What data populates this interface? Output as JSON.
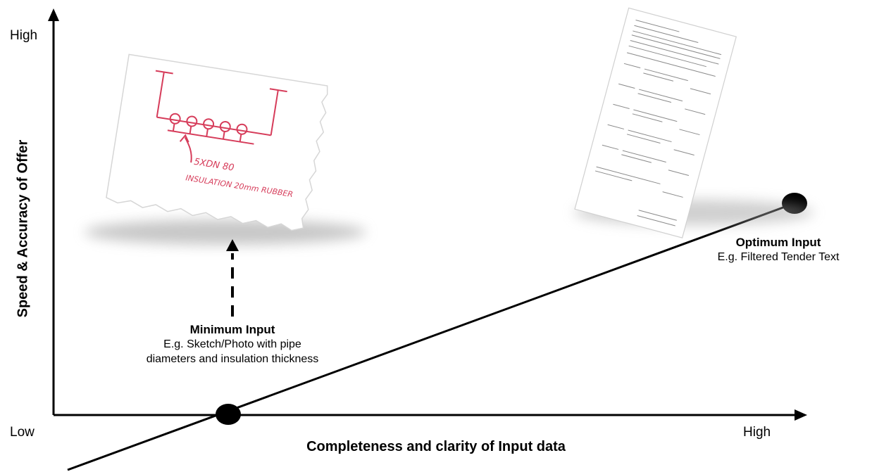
{
  "axes": {
    "x_title": "Completeness and clarity of Input data",
    "y_title": "Speed & Accuracy of Offer",
    "x_low": "Low",
    "x_high": "High",
    "y_high": "High"
  },
  "minimum_input": {
    "title": "Minimum Input",
    "desc_line1": "E.g. Sketch/Photo with pipe",
    "desc_line2": "diameters and insulation thickness"
  },
  "optimum_input": {
    "title": "Optimum Input",
    "desc": "E.g. Filtered Tender Text"
  },
  "sketch_text": {
    "line1": "5XDN 80",
    "line2": "INSULATION 20mm RUBBER"
  }
}
